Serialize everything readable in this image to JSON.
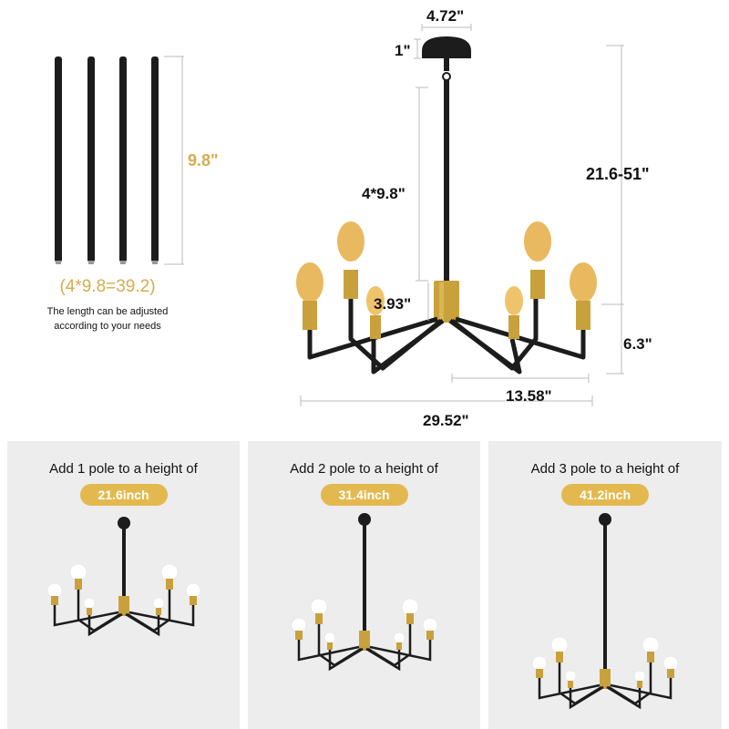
{
  "poles": {
    "height_label": "9.8\"",
    "total_label": "(4*9.8=39.2)",
    "note_line1": "The length can be adjusted",
    "note_line2": "according to your needs"
  },
  "fixture": {
    "canopy_width": "4.72\"",
    "canopy_height": "1\"",
    "rod_label": "4*9.8\"",
    "overall_height": "21.6-51\"",
    "hub_height": "3.93\"",
    "arm_height": "6.3\"",
    "inner_width": "13.58\"",
    "overall_width": "29.52\""
  },
  "panels": [
    {
      "title": "Add 1 pole to a height of",
      "height": "21.6inch"
    },
    {
      "title": "Add 2 pole to a height of",
      "height": "31.4inch"
    },
    {
      "title": "Add 3 pole to a height of",
      "height": "41.2inch"
    }
  ],
  "colors": {
    "gold": "#d6ad4a",
    "pill": "#e3b94f",
    "panel_bg": "#ededed",
    "metal": "#1c1c1c"
  }
}
